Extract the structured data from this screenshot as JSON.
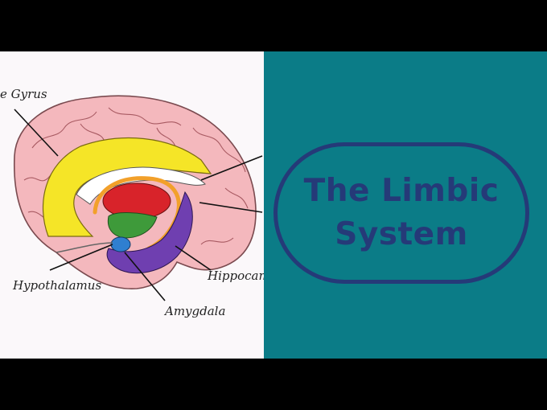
{
  "title": {
    "line1": "The Limbic",
    "line2": "System"
  },
  "labels": {
    "cingulate_gyrus": "e Gyrus",
    "hypothalamus": "Hypothalamus",
    "amygdala": "Amygdala",
    "hippocampus": "Hippocam"
  },
  "colors": {
    "letterbox": "#000000",
    "panel_background": "#0b7c87",
    "title_text": "#253a78",
    "cortex": "#f0a7ae",
    "cingulate": "#f5e527",
    "thalamus": "#d8232a",
    "hypothalamus_region": "#3e9a3a",
    "fornix": "#f2a02a",
    "hippocampus_region": "#6f3fb0",
    "amygdala_region": "#2f7fd0"
  }
}
